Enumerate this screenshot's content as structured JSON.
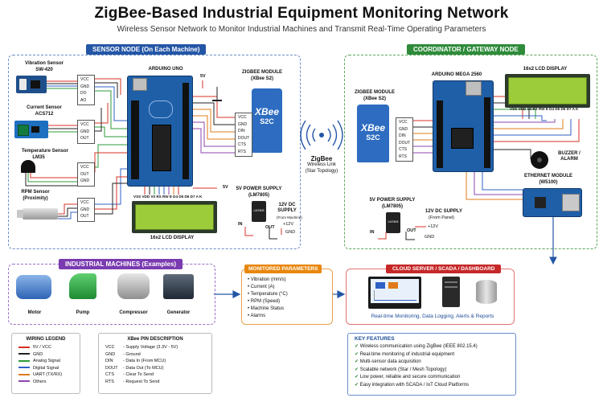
{
  "header": {
    "title": "ZigBee-Based Industrial Equipment Monitoring Network",
    "subtitle": "Wireless Sensor Network to Monitor Industrial Machines and Transmit Real-Time Operating Parameters"
  },
  "sensor_node": {
    "header": "SENSOR NODE (On Each Machine)",
    "sensors": [
      {
        "title": "Vibration Sensor",
        "model": "SW-420",
        "pins": [
          "VCC",
          "GND",
          "DO",
          "AO"
        ]
      },
      {
        "title": "Current Sensor",
        "model": "ACS712",
        "pins": [
          "VCC",
          "GND",
          "OUT"
        ]
      },
      {
        "title": "Temperature Sensor",
        "model": "LM35",
        "pins": [
          "VCC",
          "OUT",
          "GND"
        ]
      },
      {
        "title": "RPM Sensor",
        "model": "(Proximity)",
        "pins": [
          "VCC",
          "GND",
          "OUT"
        ]
      }
    ],
    "arduino_label": "ARDUINO UNO",
    "zigbee_title": "ZIGBEE MODULE",
    "zigbee_model": "(XBee S2)",
    "xbee_logo": "XBee",
    "xbee_sub": "S2C",
    "zigbee_pins": [
      "VCC",
      "GND",
      "DIN",
      "DOUT",
      "CTS",
      "RTS"
    ],
    "power_5v": "5V",
    "lcd_pins": "VSS VDD V0 RS RW E D4 D5 D6 D7 A K",
    "lcd_label": "16x2 LCD DISPLAY",
    "supply_title": "5V POWER SUPPLY",
    "supply_model": "(LM7805)",
    "dc_title": "12V DC SUPPLY",
    "dc_sub": "(From Machine)",
    "plus12": "+12V",
    "in": "IN",
    "out": "OUT",
    "gnd": "GND",
    "regulator": "LM7805",
    "v5": "5V"
  },
  "wireless": {
    "title": "ZigBee",
    "line1": "Wireless Link",
    "line2": "(Star Topology)"
  },
  "coordinator": {
    "header": "COORDINATOR / GATEWAY NODE",
    "zigbee_title": "ZIGBEE MODULE",
    "zigbee_model": "(XBee S2)",
    "xbee_logo": "XBee",
    "xbee_sub": "S2C",
    "zigbee_pins": [
      "VCC",
      "GND",
      "DIN",
      "DOUT",
      "CTS",
      "RTS"
    ],
    "mega_label": "ARDUINO MEGA 2560",
    "lcd_label": "16x2 LCD DISPLAY",
    "lcd_pins": "VSS VDD V0 RS RW E D4 D5 D6 D7 A K",
    "buzzer": "BUZZER / ALARM",
    "ethernet_title": "ETHERNET MODULE",
    "ethernet_model": "(W5100)",
    "supply_title": "5V POWER SUPPLY",
    "supply_model": "(LM7805)",
    "dc_title": "12V DC SUPPLY",
    "dc_sub": "(From Panel)",
    "plus12": "+12V",
    "in": "IN",
    "out": "OUT",
    "gnd": "GND",
    "regulator": "LM7805"
  },
  "machines": {
    "header": "INDUSTRIAL MACHINES (Examples)",
    "items": [
      "Motor",
      "Pump",
      "Compressor",
      "Generator"
    ]
  },
  "parameters": {
    "header": "MONITORED PARAMETERS",
    "items": [
      "Vibration (mm/s)",
      "Current (A)",
      "Temperature (°C)",
      "RPM (Speed)",
      "Machine Status",
      "Alarms"
    ]
  },
  "cloud": {
    "header": "CLOUD SERVER / SCADA / DASHBOARD",
    "caption": "Real-time Monitoring, Data Logging, Alerts & Reports"
  },
  "wiring_legend": {
    "title": "WIRING LEGEND",
    "items": [
      {
        "label": "5V / VCC",
        "color": "#d93025"
      },
      {
        "label": "GND",
        "color": "#222222"
      },
      {
        "label": "Analog Signal",
        "color": "#2e9b3a"
      },
      {
        "label": "Digital Signal",
        "color": "#2f62c7"
      },
      {
        "label": "UART (TX/RX)",
        "color": "#e07b1a"
      },
      {
        "label": "Others",
        "color": "#8e44ad"
      }
    ]
  },
  "xbee_pins_desc": {
    "title": "XBee PIN DESCRIPTION",
    "rows": [
      {
        "pin": "VCC",
        "desc": "- Supply Voltage (3.3V - 5V)"
      },
      {
        "pin": "GND",
        "desc": "- Ground"
      },
      {
        "pin": "DIN",
        "desc": "- Data In (From MCU)"
      },
      {
        "pin": "DOUT",
        "desc": "- Data Out (To MCU)"
      },
      {
        "pin": "CTS",
        "desc": "- Clear To Send"
      },
      {
        "pin": "RTS",
        "desc": "- Request To Send"
      }
    ]
  },
  "key_features": {
    "title": "KEY FEATURES",
    "items": [
      "Wireless communication using ZigBee (IEEE 802.15.4)",
      "Real-time monitoring of industrial equipment",
      "Multi-sensor data acquisition",
      "Scalable network (Star / Mesh Topology)",
      "Low power, reliable and secure communication",
      "Easy integration with SCADA / IoT Cloud Platforms"
    ]
  },
  "colors": {
    "blue_header": "#2456a6",
    "green_header": "#2e8b3a",
    "purple_header": "#7a3bb0",
    "orange_header": "#e8870e",
    "red_header": "#c62828",
    "board_blue": "#1f5fa8",
    "lcd_green": "#9ccc3a"
  }
}
